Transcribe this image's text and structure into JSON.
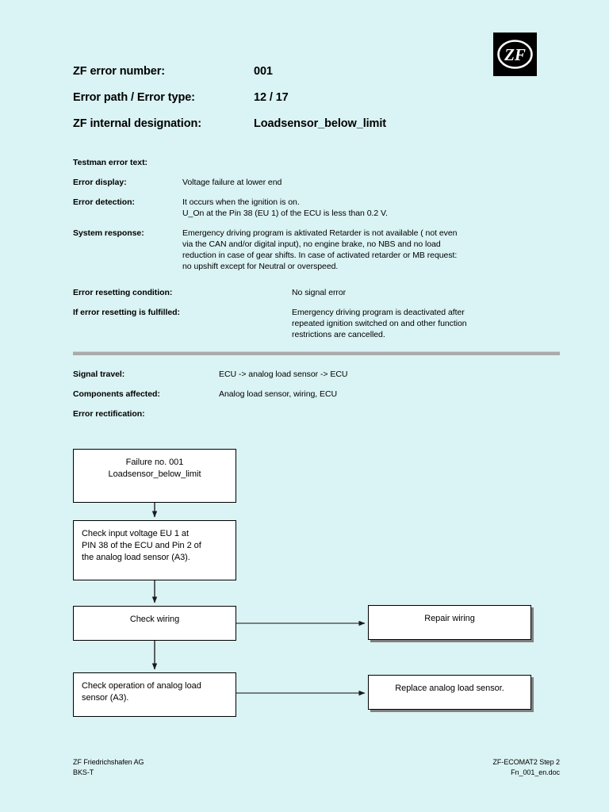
{
  "background_color": "#daf3f4",
  "logo": {
    "name": "zf-logo",
    "text": "ZF",
    "background": "#000000",
    "foreground": "#ffffff"
  },
  "header": {
    "rows": [
      {
        "label": "ZF error number:",
        "value": "001"
      },
      {
        "label": "Error path / Error type:",
        "value": "12 / 17"
      },
      {
        "label": "ZF internal designation:",
        "value": "Loadsensor_below_limit"
      }
    ]
  },
  "details": {
    "testman_label": "Testman error text:",
    "rows": [
      {
        "label": "Error display:",
        "lines": [
          "Voltage failure at lower end"
        ]
      },
      {
        "label": "Error detection:",
        "lines": [
          "It occurs when the ignition is on.",
          "U_On at the Pin 38 (EU 1) of the ECU is less than 0.2 V."
        ]
      },
      {
        "label": "System response:",
        "lines": [
          "Emergency driving program is aktivated Retarder is not available ( not even",
          "via the CAN and/or digital input), no engine brake, no NBS and no load",
          "reduction in case of gear shifts. In case of activated retarder or MB request:",
          "no upshift except for Neutral or overspeed."
        ]
      }
    ],
    "reset_rows": [
      {
        "label": "Error resetting condition:",
        "lines": [
          "No signal error"
        ]
      },
      {
        "label": "If error resetting is fulfilled:",
        "lines": [
          "Emergency driving program is deactivated after",
          "repeated ignition switched on and other function",
          "restrictions are cancelled."
        ]
      }
    ]
  },
  "lower": {
    "rows": [
      {
        "label": "Signal travel:",
        "lines": [
          "ECU -> analog load sensor -> ECU"
        ]
      },
      {
        "label": "Components affected:",
        "lines": [
          "Analog load sensor, wiring, ECU"
        ]
      }
    ],
    "rectification_label": "Error rectification:"
  },
  "flowchart": {
    "nodes": {
      "start": {
        "lines": [
          "Failure no. 001",
          "Loadsensor_below_limit"
        ]
      },
      "check_voltage": {
        "lines": [
          "Check input voltage EU 1 at",
          "PIN 38 of the ECU and Pin 2 of",
          "the analog load sensor (A3)."
        ]
      },
      "check_wiring": {
        "lines": [
          "Check wiring"
        ]
      },
      "check_operation": {
        "lines": [
          "Check operation of analog load",
          "sensor (A3)."
        ]
      },
      "repair_wiring": {
        "lines": [
          "Repair wiring"
        ]
      },
      "replace_sensor": {
        "lines": [
          "Replace analog load sensor."
        ]
      }
    }
  },
  "footer": {
    "left_lines": [
      "ZF Friedrichshafen AG",
      "BKS-T"
    ],
    "right_lines": [
      "ZF-ECOMAT2  Step 2",
      "Fn_001_en.doc"
    ]
  }
}
